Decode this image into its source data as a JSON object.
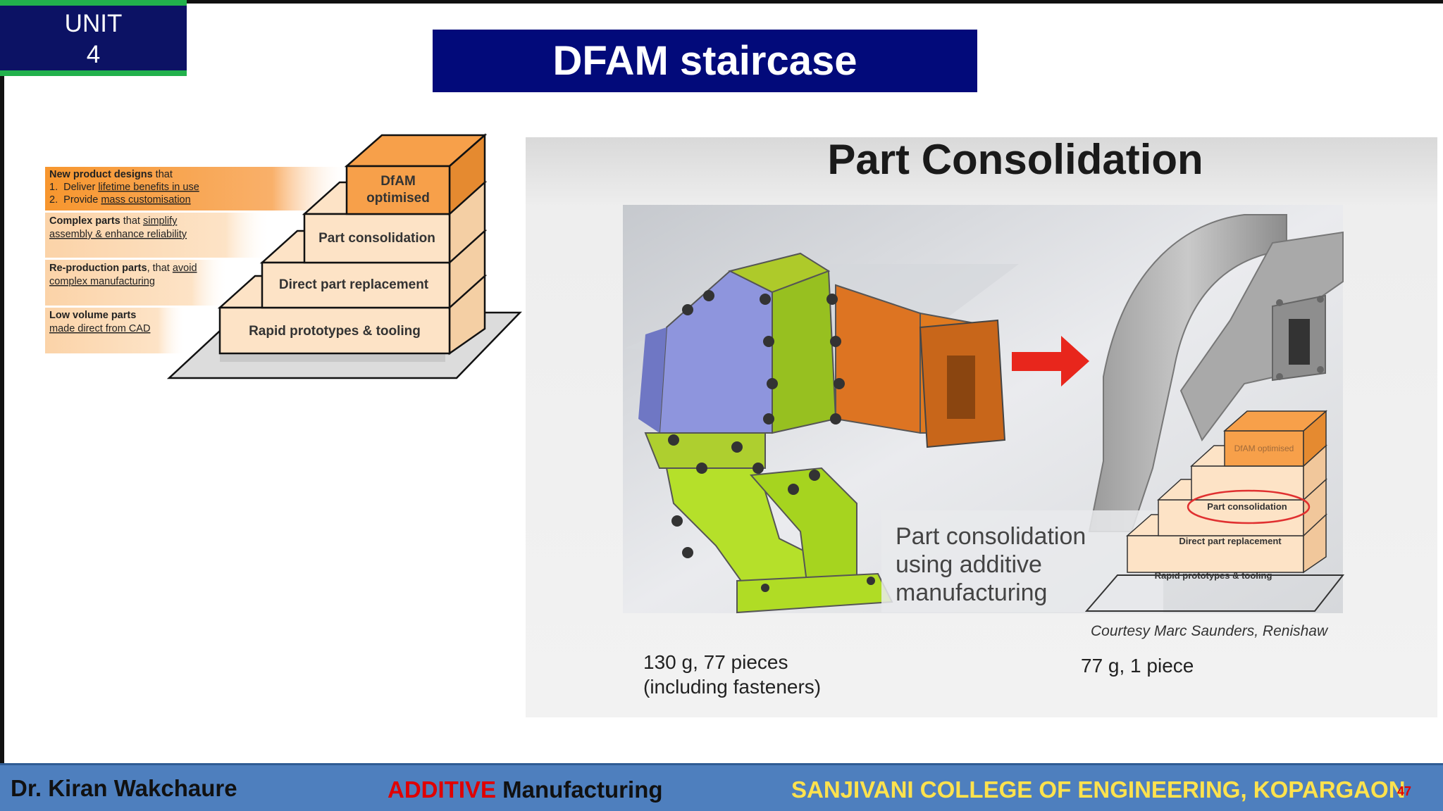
{
  "unit": {
    "line1": "UNIT",
    "line2": "4"
  },
  "title": "DFAM staircase",
  "staircase": {
    "steps": [
      {
        "label_lines": [
          "DfAM",
          "optimised"
        ],
        "desc": [
          {
            "parts": [
              {
                "t": "New product designs",
                "b": true
              },
              {
                "t": " that"
              }
            ]
          },
          {
            "parts": [
              {
                "t": "1.  Deliver "
              },
              {
                "t": "lifetime benefits in use",
                "u": true
              }
            ]
          },
          {
            "parts": [
              {
                "t": "2.  Provide "
              },
              {
                "t": "mass customisation",
                "u": true
              }
            ]
          }
        ]
      },
      {
        "label_lines": [
          "Part consolidation"
        ],
        "desc": [
          {
            "parts": [
              {
                "t": "Complex parts",
                "b": true
              },
              {
                "t": " that "
              },
              {
                "t": "simplify",
                "u": true
              }
            ]
          },
          {
            "parts": [
              {
                "t": "assembly & enhance reliability",
                "u": true
              }
            ]
          }
        ]
      },
      {
        "label_lines": [
          "Direct part replacement"
        ],
        "desc": [
          {
            "parts": [
              {
                "t": "Re-production parts",
                "b": true
              },
              {
                "t": ", that "
              },
              {
                "t": "avoid",
                "u": true
              }
            ]
          },
          {
            "parts": [
              {
                "t": "complex manufacturing",
                "u": true
              }
            ]
          }
        ]
      },
      {
        "label_lines": [
          "Rapid prototypes & tooling"
        ],
        "desc": [
          {
            "parts": [
              {
                "t": "Low volume parts",
                "b": true
              }
            ]
          },
          {
            "parts": [
              {
                "t": "made direct from CAD",
                "u": true
              }
            ]
          }
        ]
      }
    ]
  },
  "photo": {
    "heading": "Part Consolidation",
    "overlay_lines": [
      "Part consolidation",
      "using additive",
      "manufacturing"
    ],
    "mini_steps": [
      "DfAM optimised",
      "Part consolidation",
      "Direct part replacement",
      "Rapid prototypes & tooling"
    ],
    "courtesy": "Courtesy Marc Saunders, Renishaw",
    "left_caption": [
      "130 g, 77 pieces",
      "(including fasteners)"
    ],
    "right_caption": "77 g, 1 piece"
  },
  "footer": {
    "author": "Dr. Kiran Wakchaure",
    "course_accent": "ADDITIVE",
    "course_rest": " Manufacturing",
    "college": "SANJIVANI COLLEGE OF ENGINEERING, KOPARGAON",
    "page": "47"
  },
  "colors": {
    "navy": "#020a7a",
    "green": "#22b14c",
    "orange": "#f7a04a",
    "footer_blue": "#4e7fbe",
    "red": "#e00000",
    "yellow": "#ffe24d"
  }
}
